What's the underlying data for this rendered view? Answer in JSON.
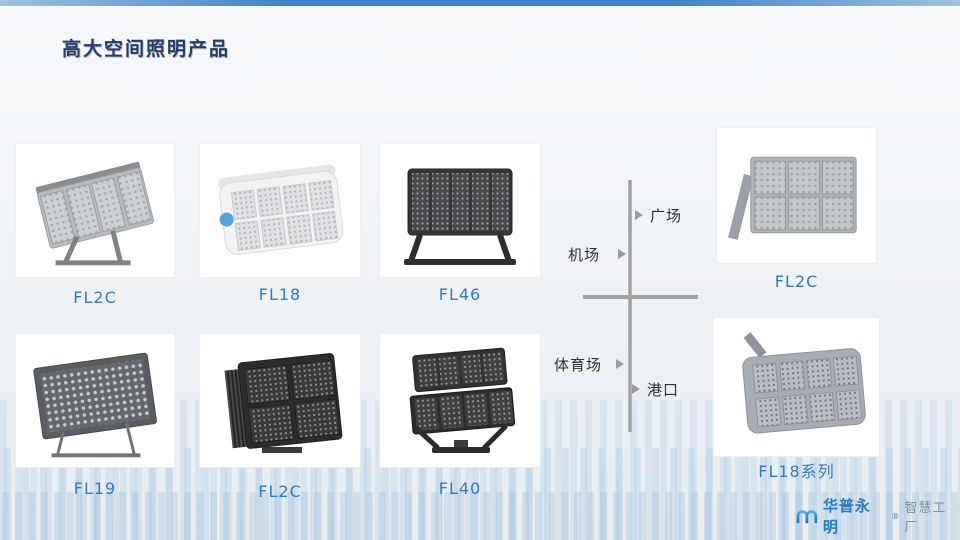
{
  "slide": {
    "title": "高大空间照明产品"
  },
  "products": [
    {
      "label": "FL2C"
    },
    {
      "label": "FL18"
    },
    {
      "label": "FL46"
    },
    {
      "label": "FL2C"
    },
    {
      "label": "FL19"
    },
    {
      "label": "FL2C"
    },
    {
      "label": "FL40"
    },
    {
      "label": "FL18系列"
    }
  ],
  "axis_labels": [
    {
      "text": "广场"
    },
    {
      "text": "机场"
    },
    {
      "text": "体育场"
    },
    {
      "text": "港口"
    }
  ],
  "logo": {
    "brand": "华普永明",
    "reg": "®",
    "suffix": "智慧工厂"
  },
  "colors": {
    "accent_blue": "#2f7bbd",
    "title_navy": "#1d3f6e",
    "axis_gray": "#a0a0a0"
  }
}
